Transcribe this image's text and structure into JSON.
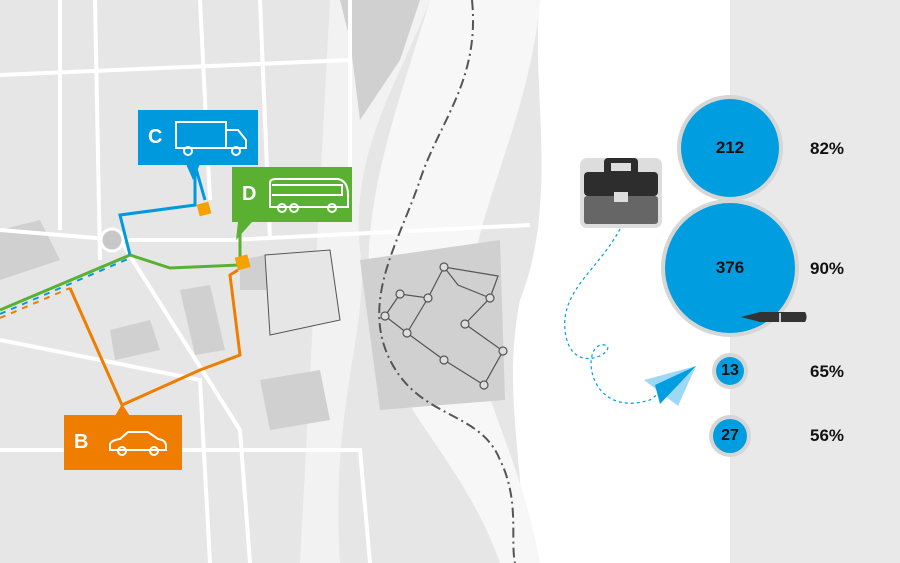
{
  "colors": {
    "route_c": "#0099dd",
    "route_d": "#5ab031",
    "route_b": "#ef7d00",
    "bubble": "#009ee0",
    "panel": "#e9e9e9"
  },
  "markers": [
    {
      "letter": "C",
      "icon": "truck-icon"
    },
    {
      "letter": "D",
      "icon": "bus-icon"
    },
    {
      "letter": "B",
      "icon": "car-icon"
    }
  ],
  "stats": [
    {
      "value": "212",
      "percent": "82%"
    },
    {
      "value": "376",
      "percent": "90%"
    },
    {
      "value": "13",
      "percent": "65%"
    },
    {
      "value": "27",
      "percent": "56%"
    }
  ],
  "decor_icons": [
    "briefcase-icon",
    "pen-icon",
    "paper-plane-icon"
  ]
}
